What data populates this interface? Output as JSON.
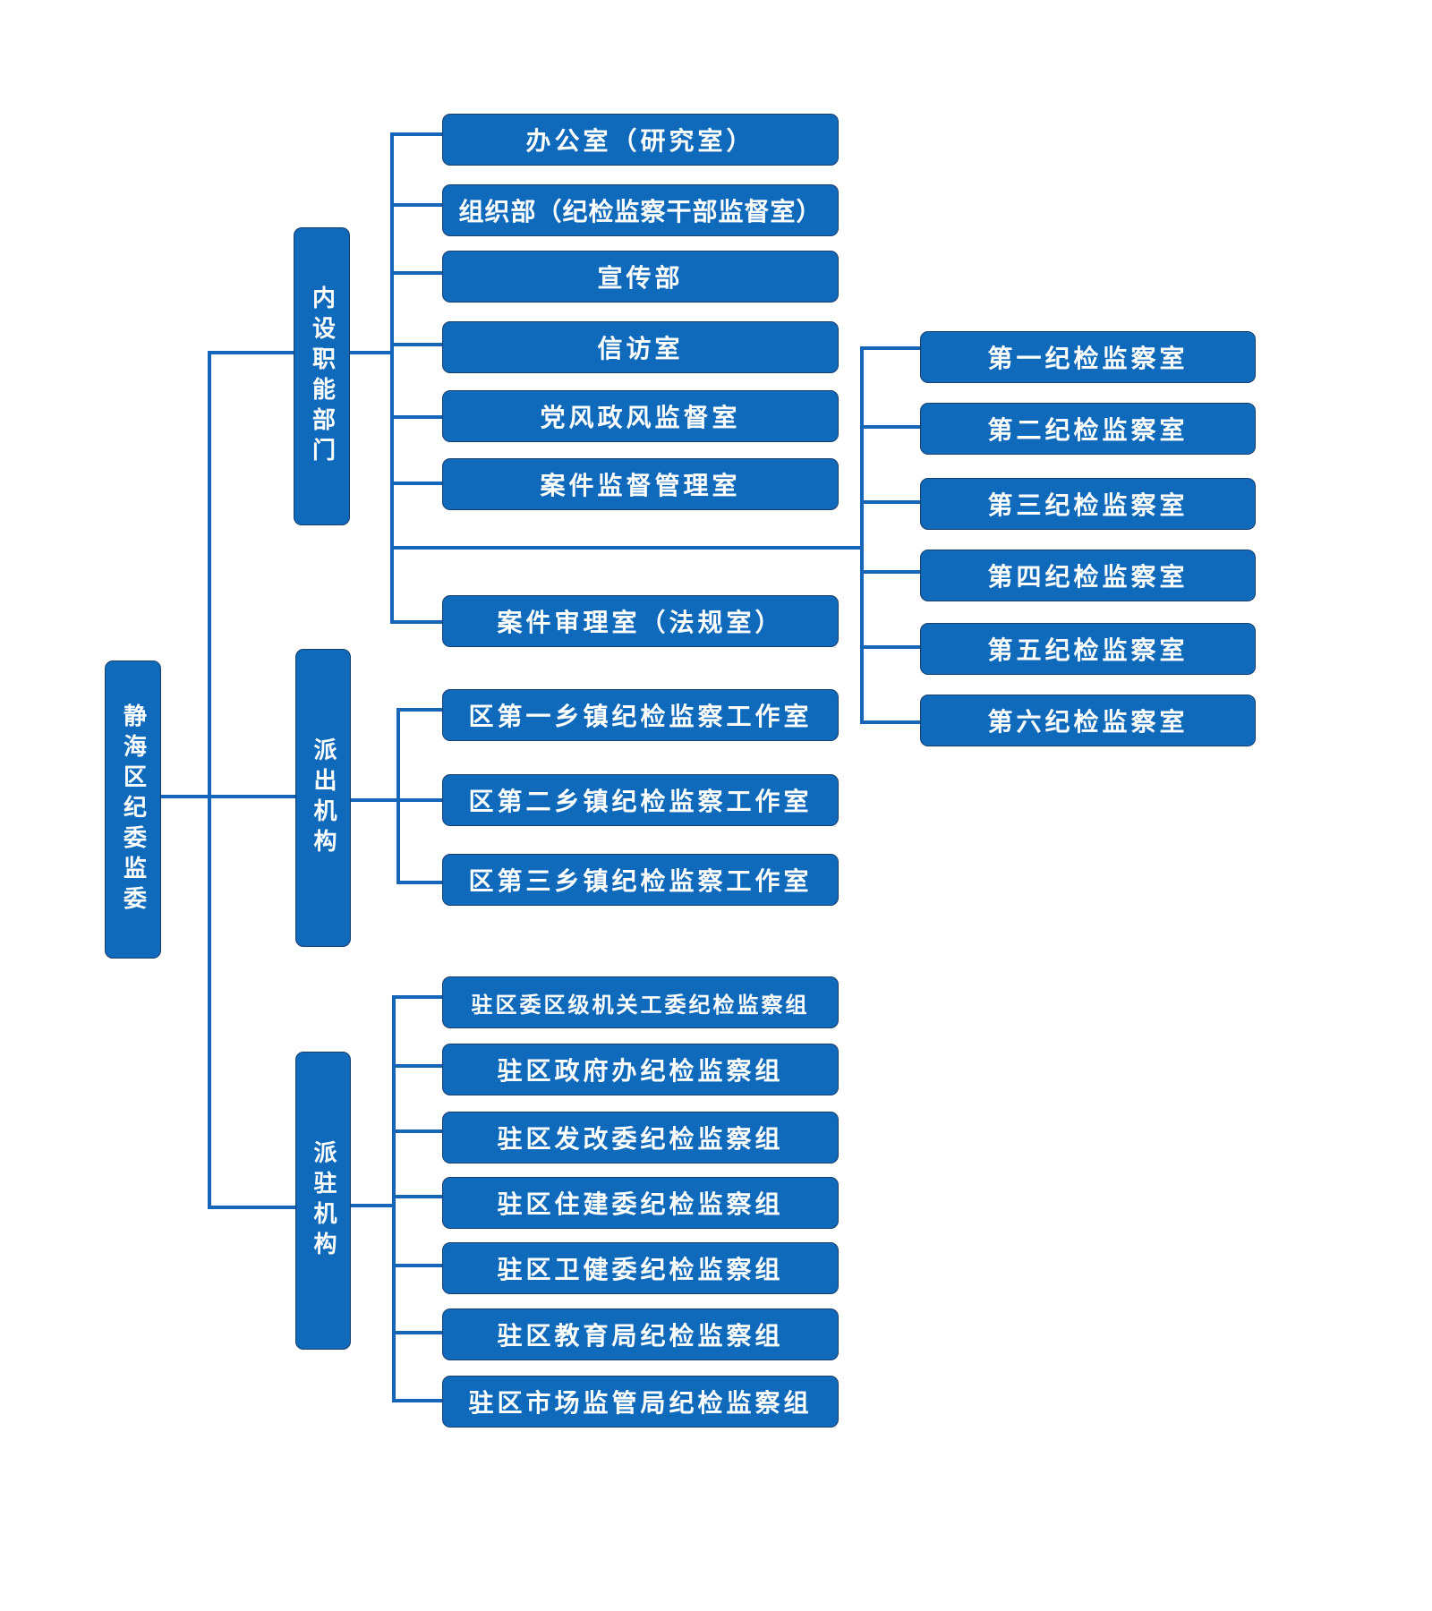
{
  "root": {
    "label": "静海区纪委监委"
  },
  "branches": [
    {
      "label": "内设职能部门",
      "items": [
        "办公室（研究室）",
        "组织部（纪检监察干部监督室）",
        "宣传部",
        "信访室",
        "党风政风监督室",
        "案件监督管理室",
        "案件审理室（法规室）"
      ],
      "sub_items": [
        "第一纪检监察室",
        "第二纪检监察室",
        "第三纪检监察室",
        "第四纪检监察室",
        "第五纪检监察室",
        "第六纪检监察室"
      ]
    },
    {
      "label": "派出机构",
      "items": [
        "区第一乡镇纪检监察工作室",
        "区第二乡镇纪检监察工作室",
        "区第三乡镇纪检监察工作室"
      ]
    },
    {
      "label": "派驻机构",
      "items": [
        "驻区委区级机关工委纪检监察组",
        "驻区政府办纪检监察组",
        "驻区发改委纪检监察组",
        "驻区住建委纪检监察组",
        "驻区卫健委纪检监察组",
        "驻区教育局纪检监察组",
        "驻区市场监管局纪检监察组"
      ]
    }
  ],
  "colors": {
    "box_fill": "#0f6abb",
    "box_border": "#1a3e6b",
    "connector": "#1565b8",
    "text": "#ffffff"
  }
}
